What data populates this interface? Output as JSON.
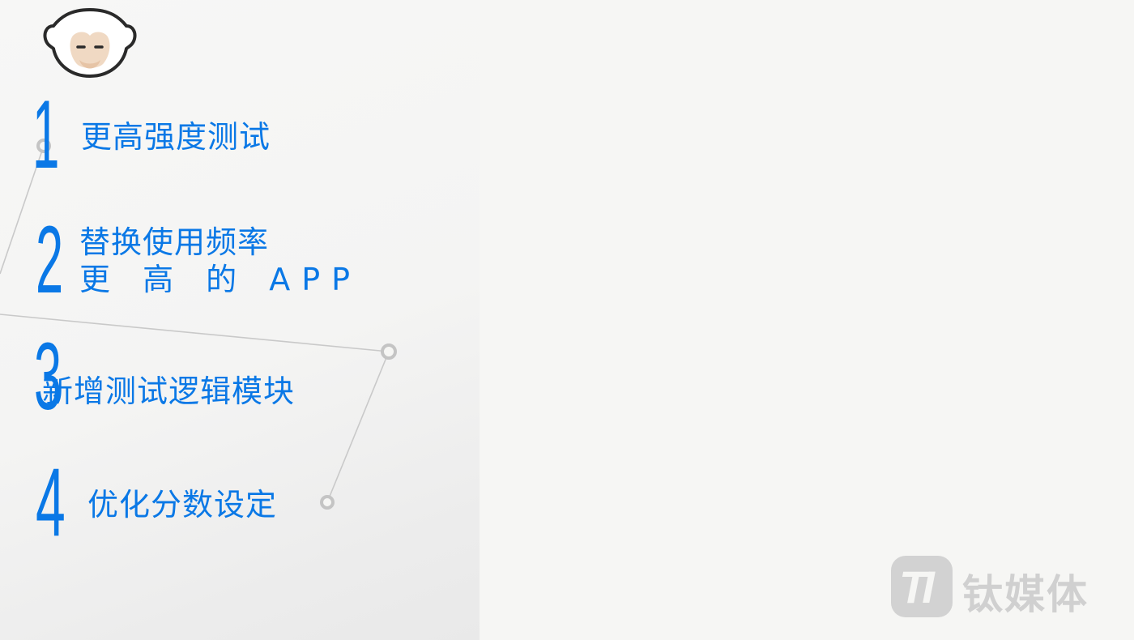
{
  "items": [
    {
      "number": "1",
      "lines": [
        "更高强度测试"
      ]
    },
    {
      "number": "2",
      "lines": [
        "替换使用频率",
        "更 高 的 APP"
      ]
    },
    {
      "number": "3",
      "lines": [
        "新增测试逻辑模块"
      ]
    },
    {
      "number": "4",
      "lines": [
        "优化分数设定"
      ]
    }
  ],
  "watermark": {
    "brand_text": "钛媒体",
    "icon_letters": "TI"
  },
  "icons": {
    "mascot": "monkey-face-icon",
    "watermark": "tmtpost-logo-icon"
  },
  "colors": {
    "accent": "#0a78e6",
    "background": "#f6f6f4",
    "connector": "#c8c8c8",
    "watermark": "#d0d0d0"
  }
}
